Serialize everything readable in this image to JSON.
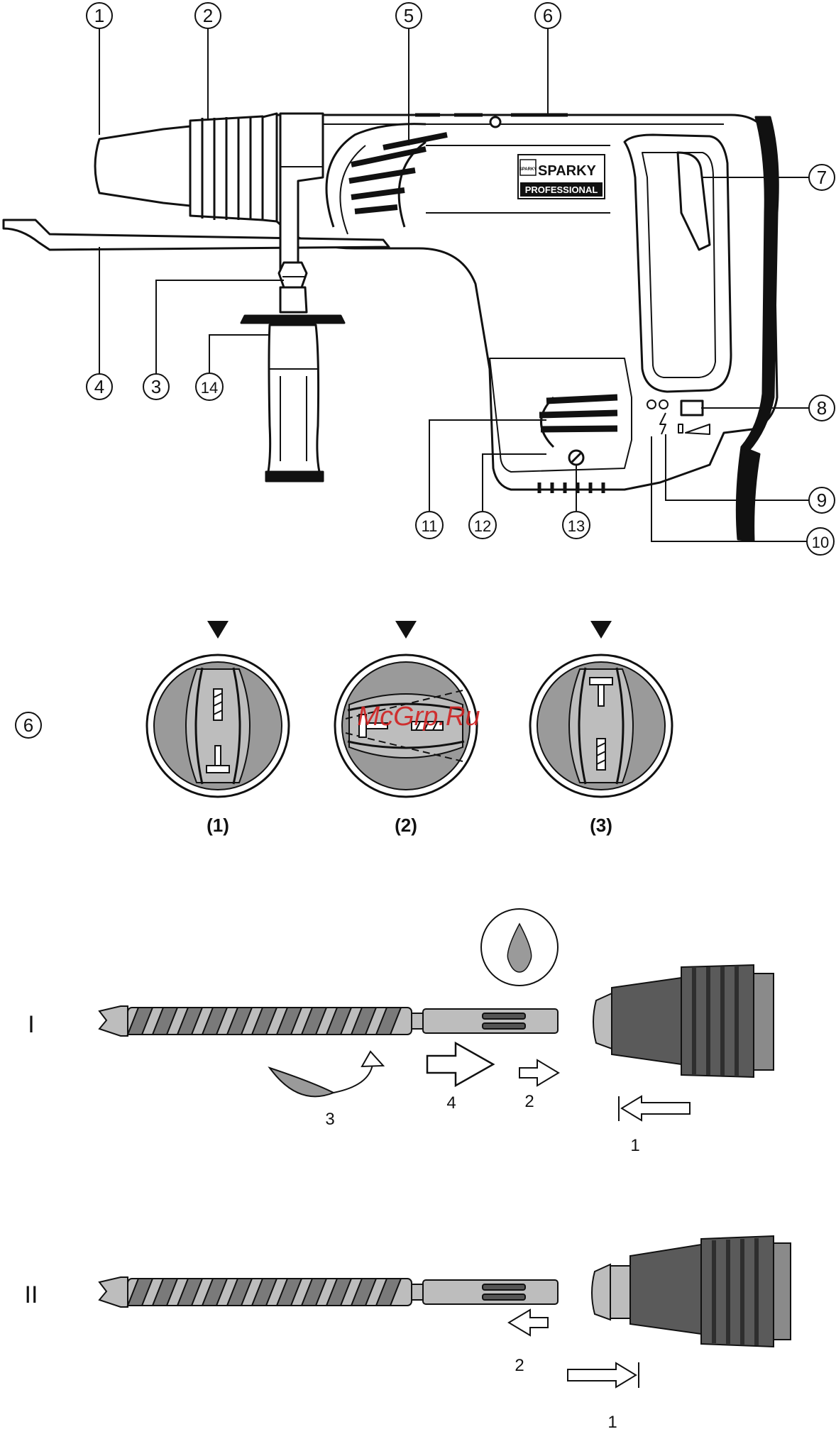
{
  "callouts": [
    {
      "id": "c1",
      "label": "1"
    },
    {
      "id": "c2",
      "label": "2"
    },
    {
      "id": "c5",
      "label": "5"
    },
    {
      "id": "c6",
      "label": "6"
    },
    {
      "id": "c7",
      "label": "7"
    },
    {
      "id": "c8",
      "label": "8"
    },
    {
      "id": "c9",
      "label": "9"
    },
    {
      "id": "c10",
      "label": "10"
    },
    {
      "id": "c4",
      "label": "4"
    },
    {
      "id": "c3",
      "label": "3"
    },
    {
      "id": "c14",
      "label": "14"
    },
    {
      "id": "c11",
      "label": "11"
    },
    {
      "id": "c12",
      "label": "12"
    },
    {
      "id": "c13",
      "label": "13"
    }
  ],
  "brand": {
    "name": "SPARKY",
    "sub": "PROFESSIONAL",
    "badge": "SPARKY"
  },
  "mode_section": {
    "label": "6",
    "captions": [
      "(1)",
      "(2)",
      "(3)"
    ]
  },
  "watermark": "McGrp.Ru",
  "step_I": {
    "roman": "I",
    "numbers": [
      "3",
      "4",
      "2",
      "1"
    ]
  },
  "step_II": {
    "roman": "II",
    "numbers": [
      "2",
      "1"
    ]
  },
  "colors": {
    "ink": "#111111",
    "knob_gray": "#9a9a9a",
    "chuck_dark": "#5a5a5a",
    "watermark": "#d02020"
  }
}
